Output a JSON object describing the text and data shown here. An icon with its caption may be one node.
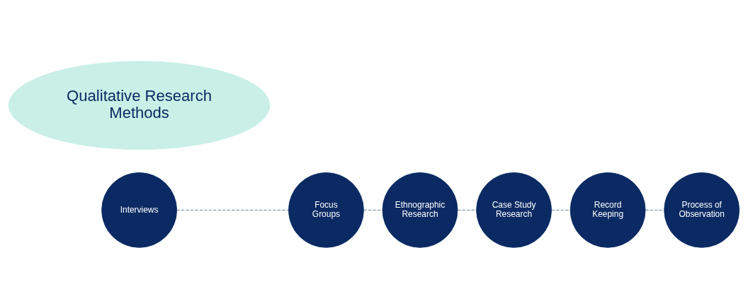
{
  "diagram": {
    "nodes": [
      {
        "text": [
          "Interviews"
        ]
      },
      {
        "text": [
          "Focus Groups"
        ]
      },
      {
        "text": [
          "Ethnographic Research"
        ]
      },
      {
        "text": [
          "Case Study Research"
        ]
      },
      {
        "text": [
          "Record Keeping"
        ]
      },
      {
        "text": [
          "Process of Observation"
        ]
      },
      {
        "text": [
          "Qualitative Research Methods"
        ]
      }
    ],
    "edges": [
      {
        "from": 0,
        "to": 1,
        "arrow": "none",
        "style": "dashed"
      },
      {
        "from": 1,
        "to": 2,
        "arrow": "none",
        "style": "dashed"
      },
      {
        "from": 2,
        "to": 3,
        "arrow": "none",
        "style": "dashed"
      },
      {
        "from": 3,
        "to": 4,
        "arrow": "none",
        "style": "dashed"
      },
      {
        "from": 4,
        "to": 5,
        "arrow": "none",
        "style": "dashed"
      }
    ]
  }
}
